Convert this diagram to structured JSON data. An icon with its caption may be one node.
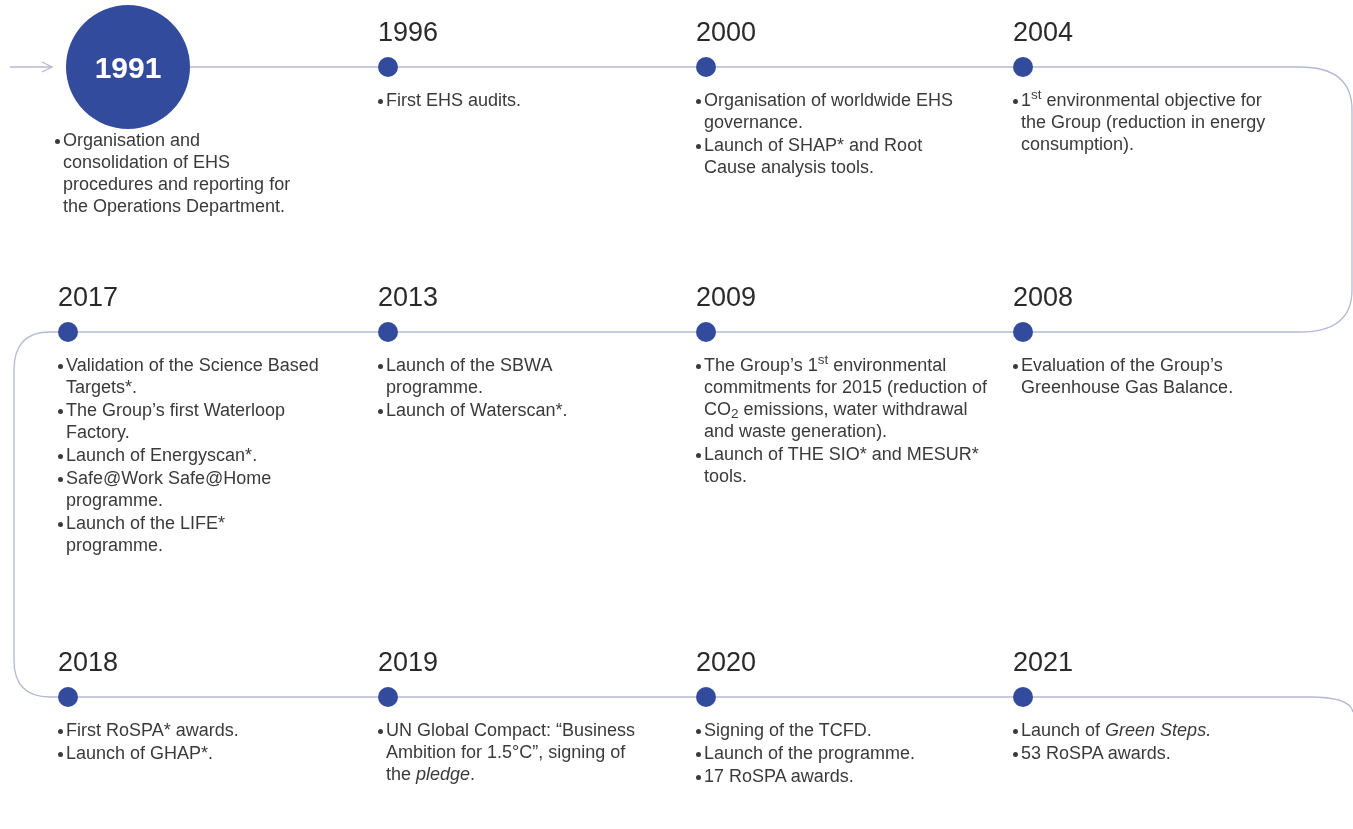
{
  "diagram": {
    "nodes": [
      {
        "text": [
          "1991",
          "Organisation and consolidation of EHS procedures and reporting for the Operations Department."
        ]
      },
      {
        "text": [
          "1996",
          "First EHS audits."
        ]
      },
      {
        "text": [
          "2000",
          "Organisation of worldwide EHS governance.",
          "Launch of SHAP* and Root Cause analysis tools."
        ]
      },
      {
        "text": [
          "2004",
          "1$^{st}$ environmental objective for the Group (reduction in energy consumption)."
        ]
      },
      {
        "text": [
          "2017",
          "Validation of the Science Based Targets*.",
          "The Group’s first Waterloop Factory.",
          "Launch of Energyscan*.",
          "Safe@Work Safe@Home programme.",
          "Launch of the LIFE* programme."
        ]
      },
      {
        "text": [
          "2013",
          "Launch of the SBWA programme.",
          "Launch of Waterscan*."
        ]
      },
      {
        "text": [
          "2009",
          "The Group’s 1$^{st}$ environmental commitments for 2015 (reduction of CO$_{2}$ emissions, water withdrawal and waste generation).",
          "Launch of THE SIO* and MESUR* tools."
        ]
      },
      {
        "text": [
          "2008",
          "Evaluation of the Group’s Greenhouse Gas Balance."
        ]
      },
      {
        "text": [
          "2018",
          "First RoSPA* awards.",
          "Launch of GHAP*."
        ]
      },
      {
        "text": [
          "2019",
          "UN Global Compact: “Business Ambition for 1.5°C”, signing of the *pledge*."
        ]
      },
      {
        "text": [
          "2020",
          "Signing of the TCFD.",
          "Launch of the programme.",
          "17 RoSPA awards."
        ]
      },
      {
        "text": [
          "2021",
          "Launch of *Green Steps.*",
          "53 RoSPA awards."
        ]
      }
    ],
    "edges": [
      {
        "from": null,
        "to": 0,
        "arrow": "to"
      },
      {
        "from": 0,
        "to": 1,
        "arrow": "none"
      },
      {
        "from": 1,
        "to": 2,
        "arrow": "none"
      },
      {
        "from": 2,
        "to": 3,
        "arrow": "none"
      },
      {
        "from": 3,
        "to": 7,
        "arrow": "none"
      },
      {
        "from": 7,
        "to": 6,
        "arrow": "none"
      },
      {
        "from": 6,
        "to": 5,
        "arrow": "none"
      },
      {
        "from": 5,
        "to": 4,
        "arrow": "none"
      },
      {
        "from": 4,
        "to": 8,
        "arrow": "none"
      },
      {
        "from": 8,
        "to": 9,
        "arrow": "none"
      },
      {
        "from": 9,
        "to": 10,
        "arrow": "none"
      },
      {
        "from": 10,
        "to": 11,
        "arrow": "none"
      },
      {
        "from": 11,
        "to": null,
        "arrow": "none"
      }
    ]
  }
}
